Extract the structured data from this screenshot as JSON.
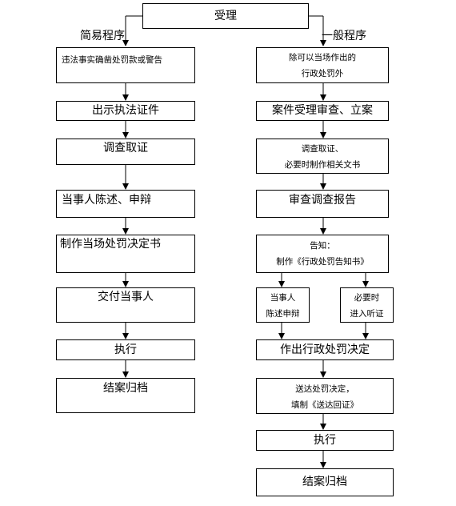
{
  "top": {
    "label": "受理"
  },
  "branches": {
    "simple": "简易程序",
    "general": "一般程序"
  },
  "left": [
    "违法事实确凿处罚款或警告",
    "出示执法证件",
    "调查取证",
    "当事人陈述、申辩",
    "制作当场处罚决定书",
    "交付当事人",
    "执行",
    "结案归档"
  ],
  "right": {
    "r1": [
      "除可以当场作出的",
      "行政处罚外"
    ],
    "r2": "案件受理审查、立案",
    "r3": [
      "调查取证、",
      "必要时制作相关文书"
    ],
    "r4": "审查调查报告",
    "r5": [
      "告知：",
      "制作《行政处罚告知书》"
    ],
    "r6a": [
      "当事人",
      "陈述申辩"
    ],
    "r6b": [
      "必要时",
      "进入听证"
    ],
    "r7": "作出行政处罚决定",
    "r8": [
      "送达处罚决定，",
      "填制《送达回证》"
    ],
    "r9": "执行",
    "r10": "结案归档"
  }
}
